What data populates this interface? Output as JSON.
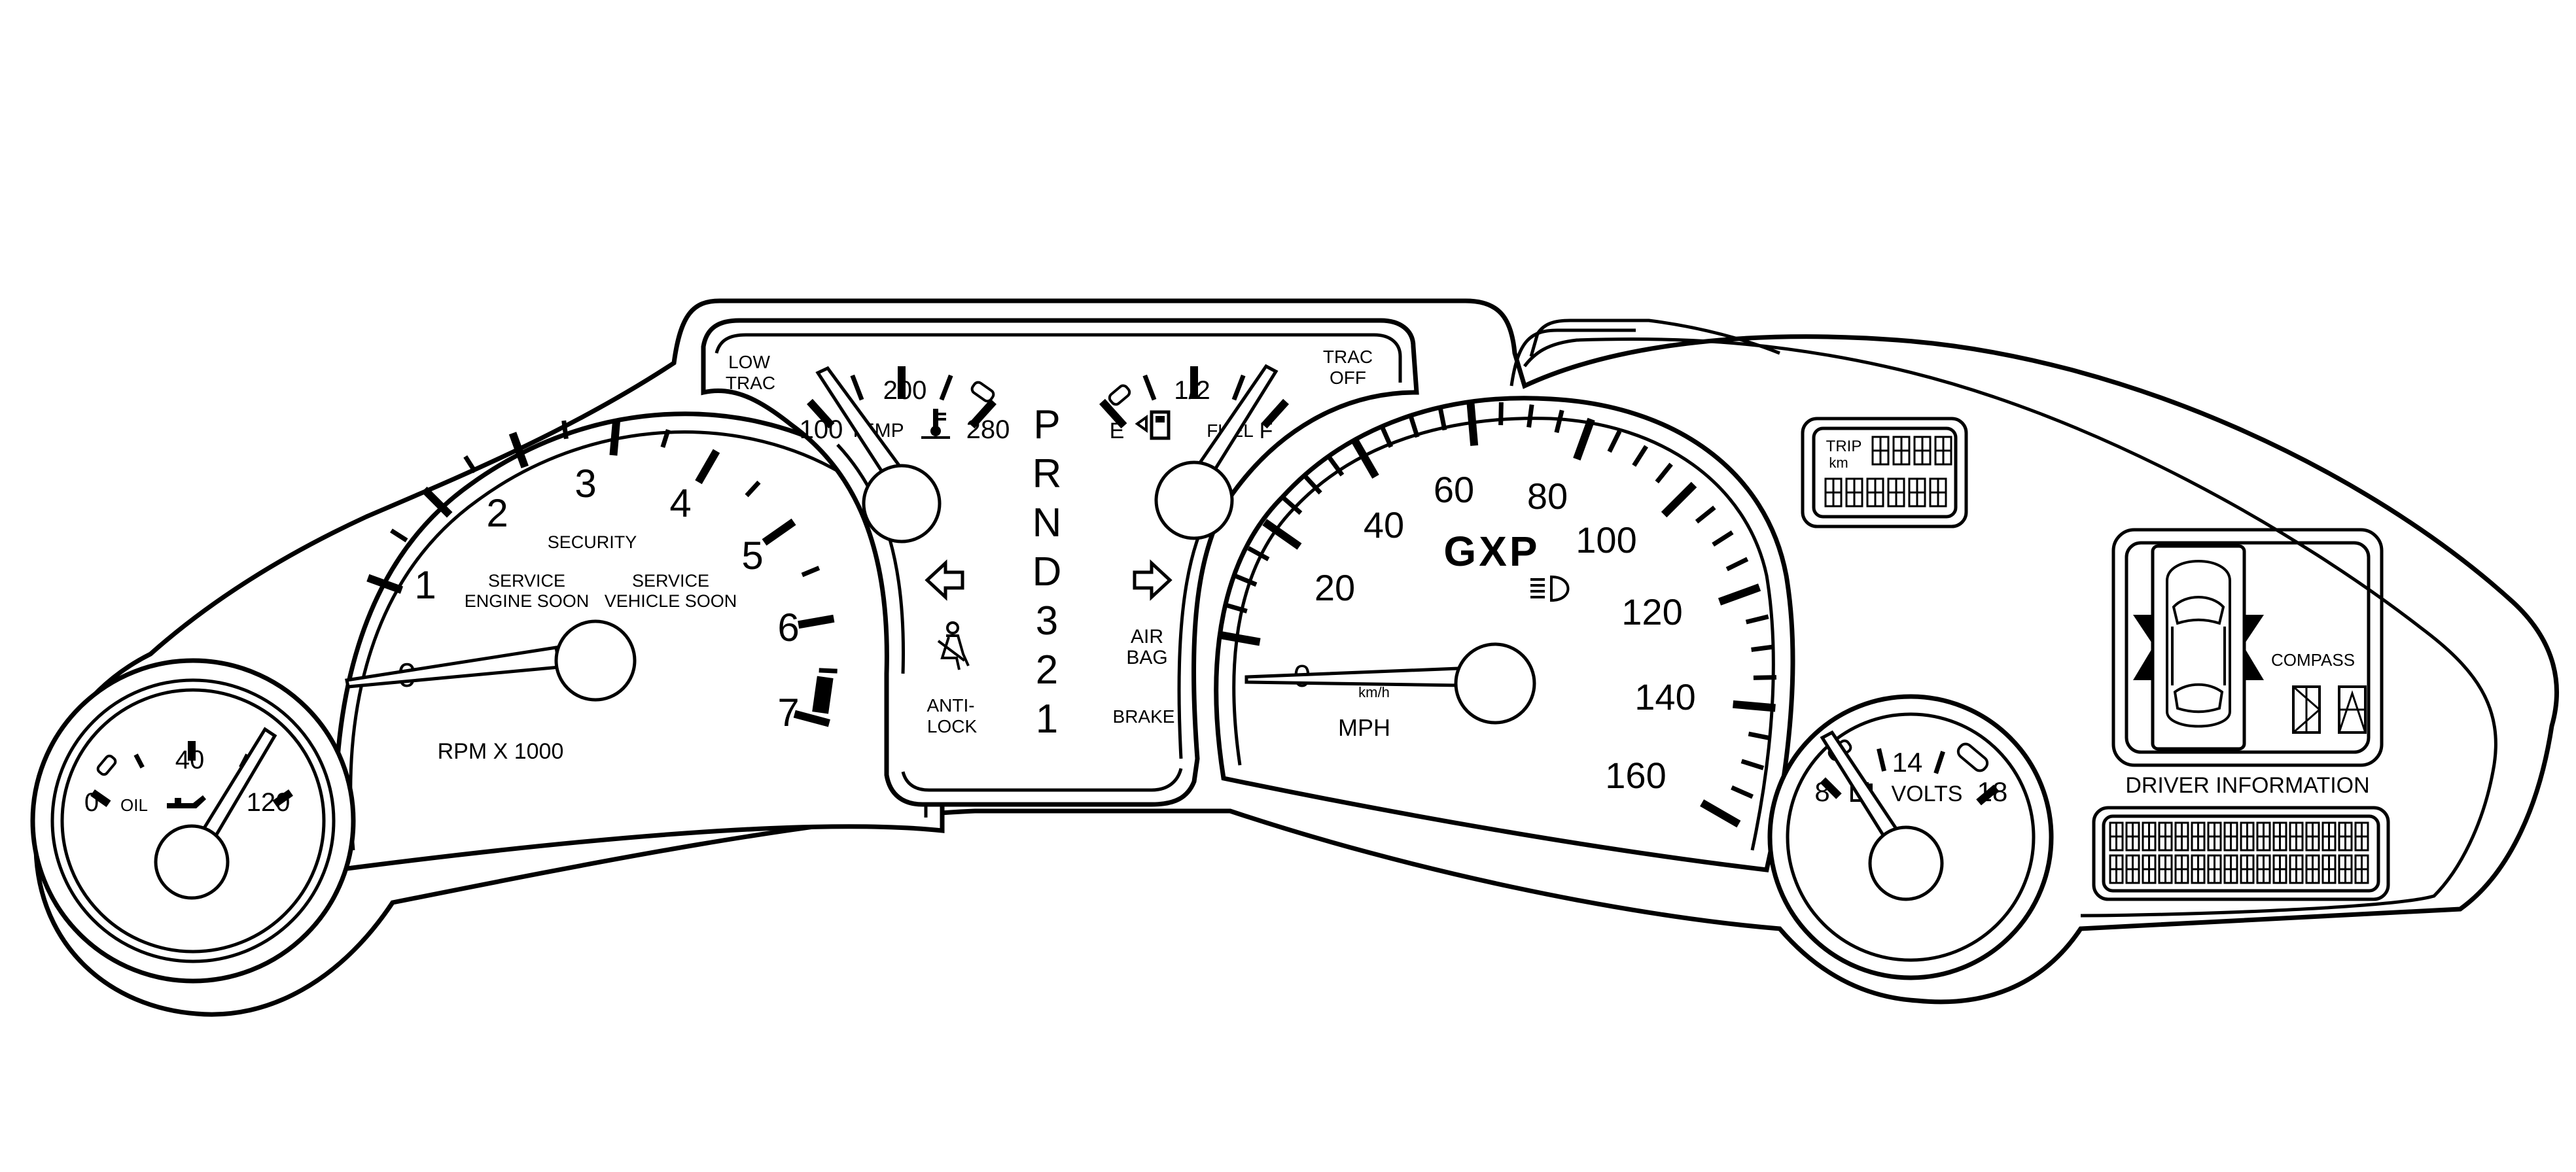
{
  "tachometer": {
    "scale_labels": [
      "0",
      "1",
      "2",
      "3",
      "4",
      "5",
      "6",
      "7"
    ],
    "unit_label": "RPM X 1000",
    "security_label": "SECURITY",
    "service_engine_line1": "SERVICE",
    "service_engine_line2": "ENGINE SOON",
    "service_vehicle_line1": "SERVICE",
    "service_vehicle_line2": "VEHICLE SOON"
  },
  "oil_gauge": {
    "scale_labels": [
      "0",
      "40",
      "120"
    ],
    "unit_label": "OIL"
  },
  "temp_gauge": {
    "scale_labels": [
      "100",
      "200",
      "280"
    ],
    "unit_label": "TEMP",
    "low_trac_line1": "LOW",
    "low_trac_line2": "TRAC"
  },
  "fuel_gauge": {
    "scale_labels": [
      "E",
      "1/2",
      "F"
    ],
    "unit_label": "FUEL",
    "trac_off_line1": "TRAC",
    "trac_off_line2": "OFF"
  },
  "prndl": {
    "letters": [
      "P",
      "R",
      "N",
      "D",
      "3",
      "2",
      "1"
    ]
  },
  "center_warnings": {
    "air_bag_line1": "AIR",
    "air_bag_line2": "BAG",
    "anti_lock_line1": "ANTI-",
    "anti_lock_line2": "LOCK",
    "brake": "BRAKE"
  },
  "speedometer": {
    "scale_labels": [
      "0",
      "20",
      "40",
      "60",
      "80",
      "100",
      "120",
      "140",
      "160"
    ],
    "unit_label": "MPH",
    "sub_unit_label": "km/h",
    "model_badge": "GXP"
  },
  "volts_gauge": {
    "scale_labels": [
      "8",
      "14",
      "18"
    ],
    "unit_label": "VOLTS"
  },
  "driver_info": {
    "trip_label": "TRIP",
    "km_label": "km",
    "compass_label": "COMPASS",
    "driver_information_label": "DRIVER INFORMATION"
  },
  "icons": [
    "oil-can-icon",
    "coolant-temp-icon",
    "fuel-pump-icon",
    "seatbelt-icon",
    "turn-left-arrow-icon",
    "turn-right-arrow-icon",
    "headlamp-icon",
    "battery-icon",
    "car-top-view-icon",
    "door-ajar-indicator-icon"
  ]
}
